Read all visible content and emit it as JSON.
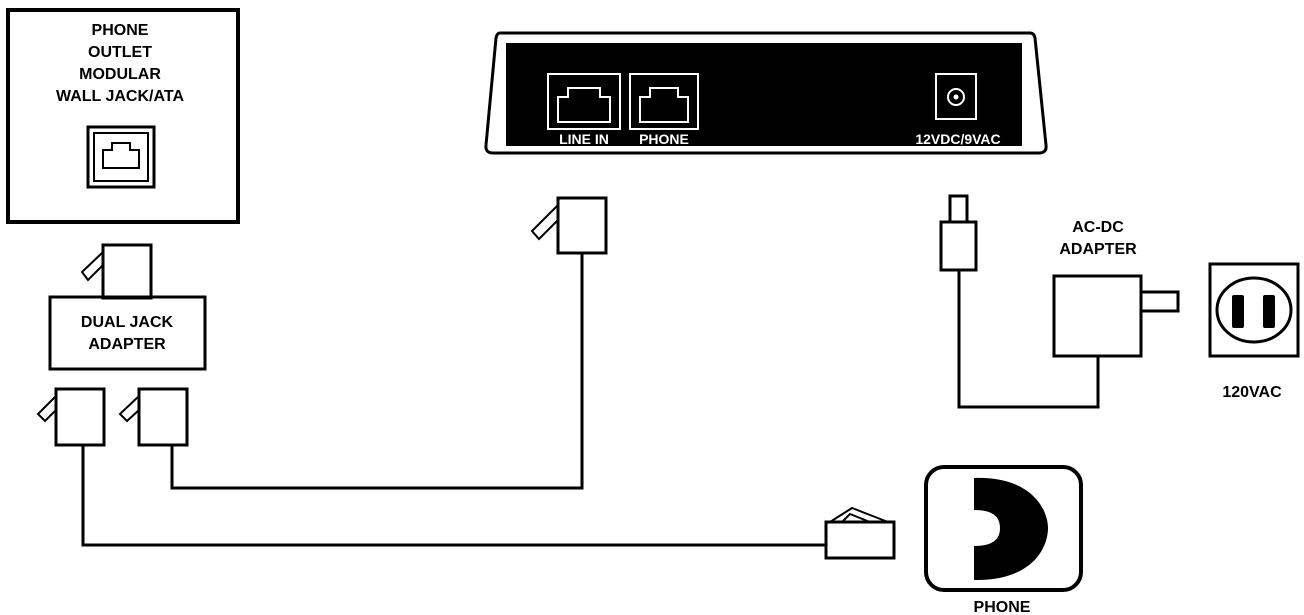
{
  "wall_jack": {
    "label_lines": [
      "PHONE",
      "OUTLET",
      "MODULAR",
      "WALL JACK/ATA"
    ]
  },
  "dual_jack_adapter": {
    "label_lines": [
      "DUAL JACK",
      "ADAPTER"
    ]
  },
  "device": {
    "port_line_in": "LINE IN",
    "port_phone": "PHONE",
    "power_port": "12VDC/9VAC"
  },
  "power_adapter": {
    "label_lines": [
      "AC-DC",
      "ADAPTER"
    ]
  },
  "outlet": {
    "label": "120VAC"
  },
  "phone": {
    "label": "PHONE"
  }
}
